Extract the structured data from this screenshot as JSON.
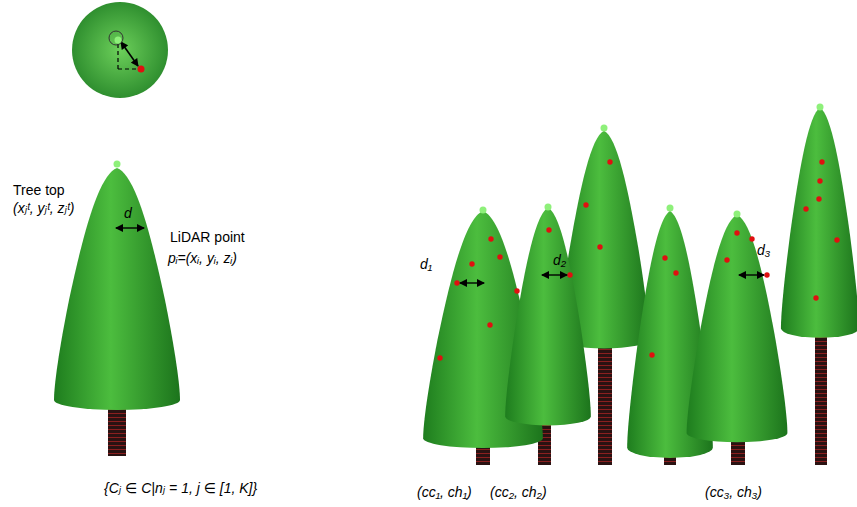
{
  "diagram": {
    "labels": [
      "Tree top",
      "(xⱼᵗ, yⱼᵗ, zⱼᵗ)",
      "d",
      "LiDAR point",
      "pᵢ=(xᵢ, yᵢ, zᵢ)",
      "{Cⱼ ∈ C|nⱼ = 1, j ∈ [1, K]}",
      "d₁",
      "d₂",
      "d₃",
      "(cc₁, ch₁)",
      "(cc₂, ch₂)",
      "(cc₃, ch₃)"
    ]
  }
}
